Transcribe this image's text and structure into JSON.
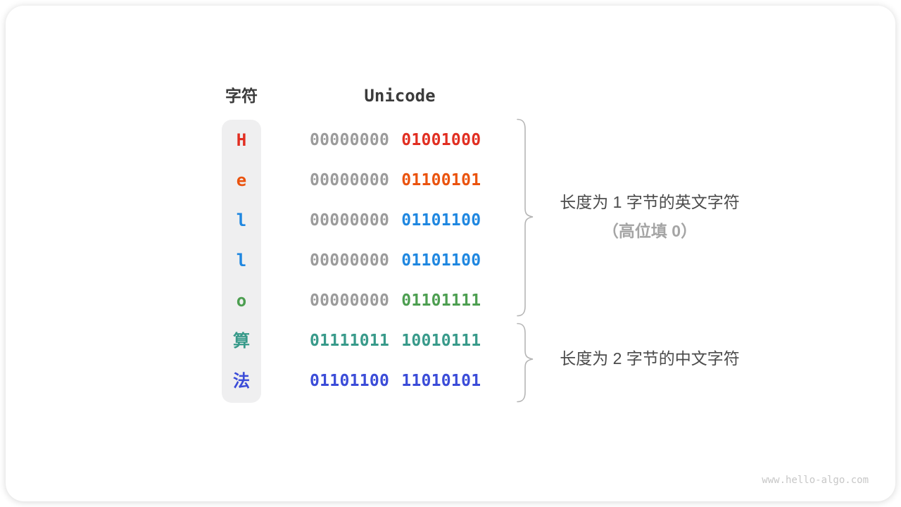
{
  "table": {
    "char_header": "字符",
    "unicode_header": "Unicode",
    "rows": [
      {
        "char": "H",
        "char_color": "#e12e21",
        "byte1": "00000000",
        "byte1_color": "#9b9b9b",
        "byte2": "01001000",
        "byte2_color": "#e12e21"
      },
      {
        "char": "e",
        "char_color": "#ea530e",
        "byte1": "00000000",
        "byte1_color": "#9b9b9b",
        "byte2": "01100101",
        "byte2_color": "#ea530e"
      },
      {
        "char": "l",
        "char_color": "#1f87e0",
        "byte1": "00000000",
        "byte1_color": "#9b9b9b",
        "byte2": "01101100",
        "byte2_color": "#1f87e0"
      },
      {
        "char": "l",
        "char_color": "#1f87e0",
        "byte1": "00000000",
        "byte1_color": "#9b9b9b",
        "byte2": "01101100",
        "byte2_color": "#1f87e0"
      },
      {
        "char": "o",
        "char_color": "#4c9e50",
        "byte1": "00000000",
        "byte1_color": "#9b9b9b",
        "byte2": "01101111",
        "byte2_color": "#4c9e50"
      },
      {
        "char": "算",
        "char_color": "#389a8a",
        "byte1": "01111011",
        "byte1_color": "#389a8a",
        "byte2": "10010111",
        "byte2_color": "#389a8a"
      },
      {
        "char": "法",
        "char_color": "#3b4cd8",
        "byte1": "01101100",
        "byte1_color": "#3b4cd8",
        "byte2": "11010101",
        "byte2_color": "#3b4cd8"
      }
    ]
  },
  "annotations": {
    "one_byte_line1": "长度为 1 字节的英文字符",
    "one_byte_line2": "（高位填 0）",
    "two_byte": "长度为 2 字节的中文字符"
  },
  "colors": {
    "brace": "#b5b5b5",
    "column_background": "#efeff0",
    "gray_byte": "#9b9b9b"
  },
  "footer": {
    "watermark": "www.hello-algo.com"
  }
}
